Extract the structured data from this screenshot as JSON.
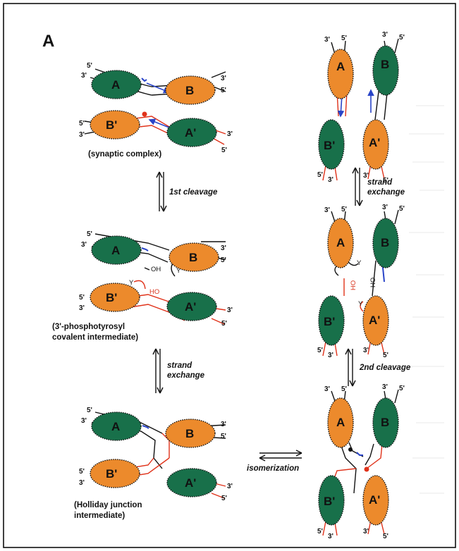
{
  "panel_label": "A",
  "protein_labels": {
    "A": "A",
    "B": "B",
    "Bp": "B'",
    "Ap": "A'"
  },
  "strand_ends": {
    "five": "5'",
    "three": "3'"
  },
  "hydroxyl": {
    "oh": "OH",
    "ho": "HO"
  },
  "tyrosine_symbol": "Y",
  "captions": {
    "synaptic": "(synaptic complex)",
    "phospho_line1": "(3'-phosphotyrosyl",
    "phospho_line2": "covalent intermediate)",
    "holliday_line1": "(Holliday junction",
    "holliday_line2": "intermediate)"
  },
  "steps": {
    "first_cleavage": "1st cleavage",
    "strand_exchange_left_1": "strand",
    "strand_exchange_left_2": "exchange",
    "isomerization": "isomerization",
    "strand_exchange_right_1": "strand",
    "strand_exchange_right_2": "exchange",
    "second_cleavage": "2nd cleavage"
  },
  "colors": {
    "green": "#18704a",
    "orange": "#ec8a2c",
    "dna_red": "#e0321a",
    "dna_blue": "#2a45c8",
    "black": "#111111"
  }
}
